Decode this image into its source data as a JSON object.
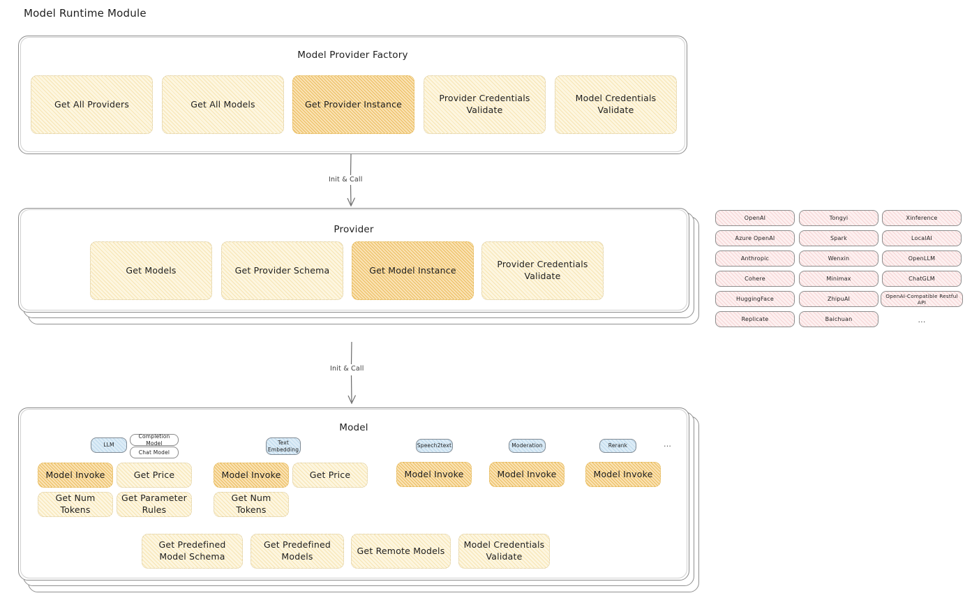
{
  "page": {
    "title": "Model Runtime Module"
  },
  "factory": {
    "title": "Model Provider Factory",
    "nodes": [
      {
        "label": "Get All Providers",
        "highlight": false
      },
      {
        "label": "Get All Models",
        "highlight": false
      },
      {
        "label": "Get Provider Instance",
        "highlight": true
      },
      {
        "label": "Provider Credentials Validate",
        "highlight": false
      },
      {
        "label": "Model Credentials Validate",
        "highlight": false
      }
    ]
  },
  "arrow1": {
    "label": "Init & Call"
  },
  "provider": {
    "title": "Provider",
    "nodes": [
      {
        "label": "Get Models",
        "highlight": false
      },
      {
        "label": "Get Provider Schema",
        "highlight": false
      },
      {
        "label": "Get Model Instance",
        "highlight": true
      },
      {
        "label": "Provider Credentials Validate",
        "highlight": false
      }
    ]
  },
  "provider_tags": {
    "col1": [
      "OpenAI",
      "Azure OpenAI",
      "Anthropic",
      "Cohere",
      "HuggingFace",
      "Replicate"
    ],
    "col2": [
      "Tongyi",
      "Spark",
      "Wenxin",
      "Minimax",
      "ZhipuAI",
      "Baichuan"
    ],
    "col3": [
      "Xinference",
      "LocalAI",
      "OpenLLM",
      "ChatGLM",
      "OpenAI-Compatible Restful API"
    ],
    "more": "..."
  },
  "arrow2": {
    "label": "Init & Call"
  },
  "model": {
    "title": "Model",
    "more": "...",
    "types": [
      {
        "badge": "LLM",
        "sub_badges": [
          "Completion Model",
          "Chat Model"
        ],
        "nodes": [
          "Model Invoke",
          "Get Price",
          "Get Num Tokens",
          "Get Parameter Rules"
        ]
      },
      {
        "badge": "Text Embedding",
        "sub_badges": [],
        "nodes": [
          "Model Invoke",
          "Get Price",
          "Get Num Tokens"
        ]
      },
      {
        "badge": "Speech2text",
        "sub_badges": [],
        "nodes": [
          "Model Invoke"
        ]
      },
      {
        "badge": "Moderation",
        "sub_badges": [],
        "nodes": [
          "Model Invoke"
        ]
      },
      {
        "badge": "Rerank",
        "sub_badges": [],
        "nodes": [
          "Model Invoke"
        ]
      }
    ],
    "common_nodes": [
      "Get Predefined Model Schema",
      "Get Predefined Models",
      "Get Remote Models",
      "Model Credentials Validate"
    ]
  },
  "colors": {
    "node_fill": "#fdf6e0",
    "node_highlight_fill": "#fae2b4",
    "tag_fill": "#fdf0f0",
    "badge_fill": "#dcecf7",
    "stroke": "#8a8a8a",
    "text": "#1d1d1d"
  }
}
